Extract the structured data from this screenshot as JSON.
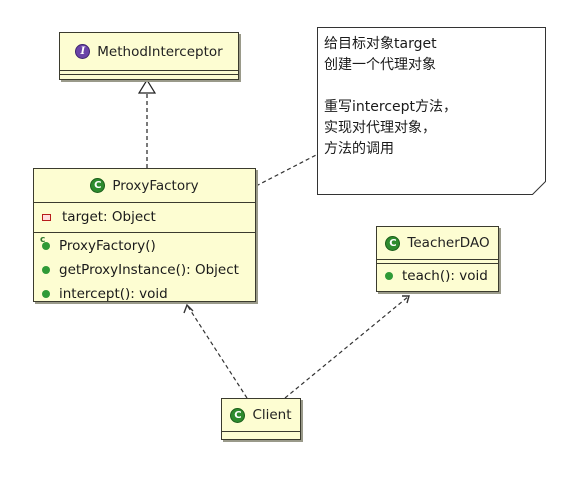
{
  "diagram": {
    "interface": {
      "name": "MethodInterceptor",
      "badge": "I"
    },
    "proxy_factory": {
      "name": "ProxyFactory",
      "badge": "C",
      "fields": [
        "target: Object"
      ],
      "constructor_marker": "c",
      "methods": [
        "ProxyFactory()",
        "getProxyInstance(): Object",
        "intercept(): void"
      ]
    },
    "teacher_dao": {
      "name": "TeacherDAO",
      "badge": "C",
      "methods": [
        "teach(): void"
      ]
    },
    "client": {
      "name": "Client",
      "badge": "C"
    },
    "note": {
      "lines": [
        "给目标对象target",
        "创建一个代理对象",
        "",
        "重写intercept方法，",
        "实现对代理对象，",
        "方法的调用"
      ]
    }
  },
  "colors": {
    "class_fill": "#fdfdd2",
    "interface_badge": "#6a43a8",
    "class_badge": "#2e8b2e",
    "public_marker": "#2f9a37",
    "private_marker": "#b71c1c"
  }
}
